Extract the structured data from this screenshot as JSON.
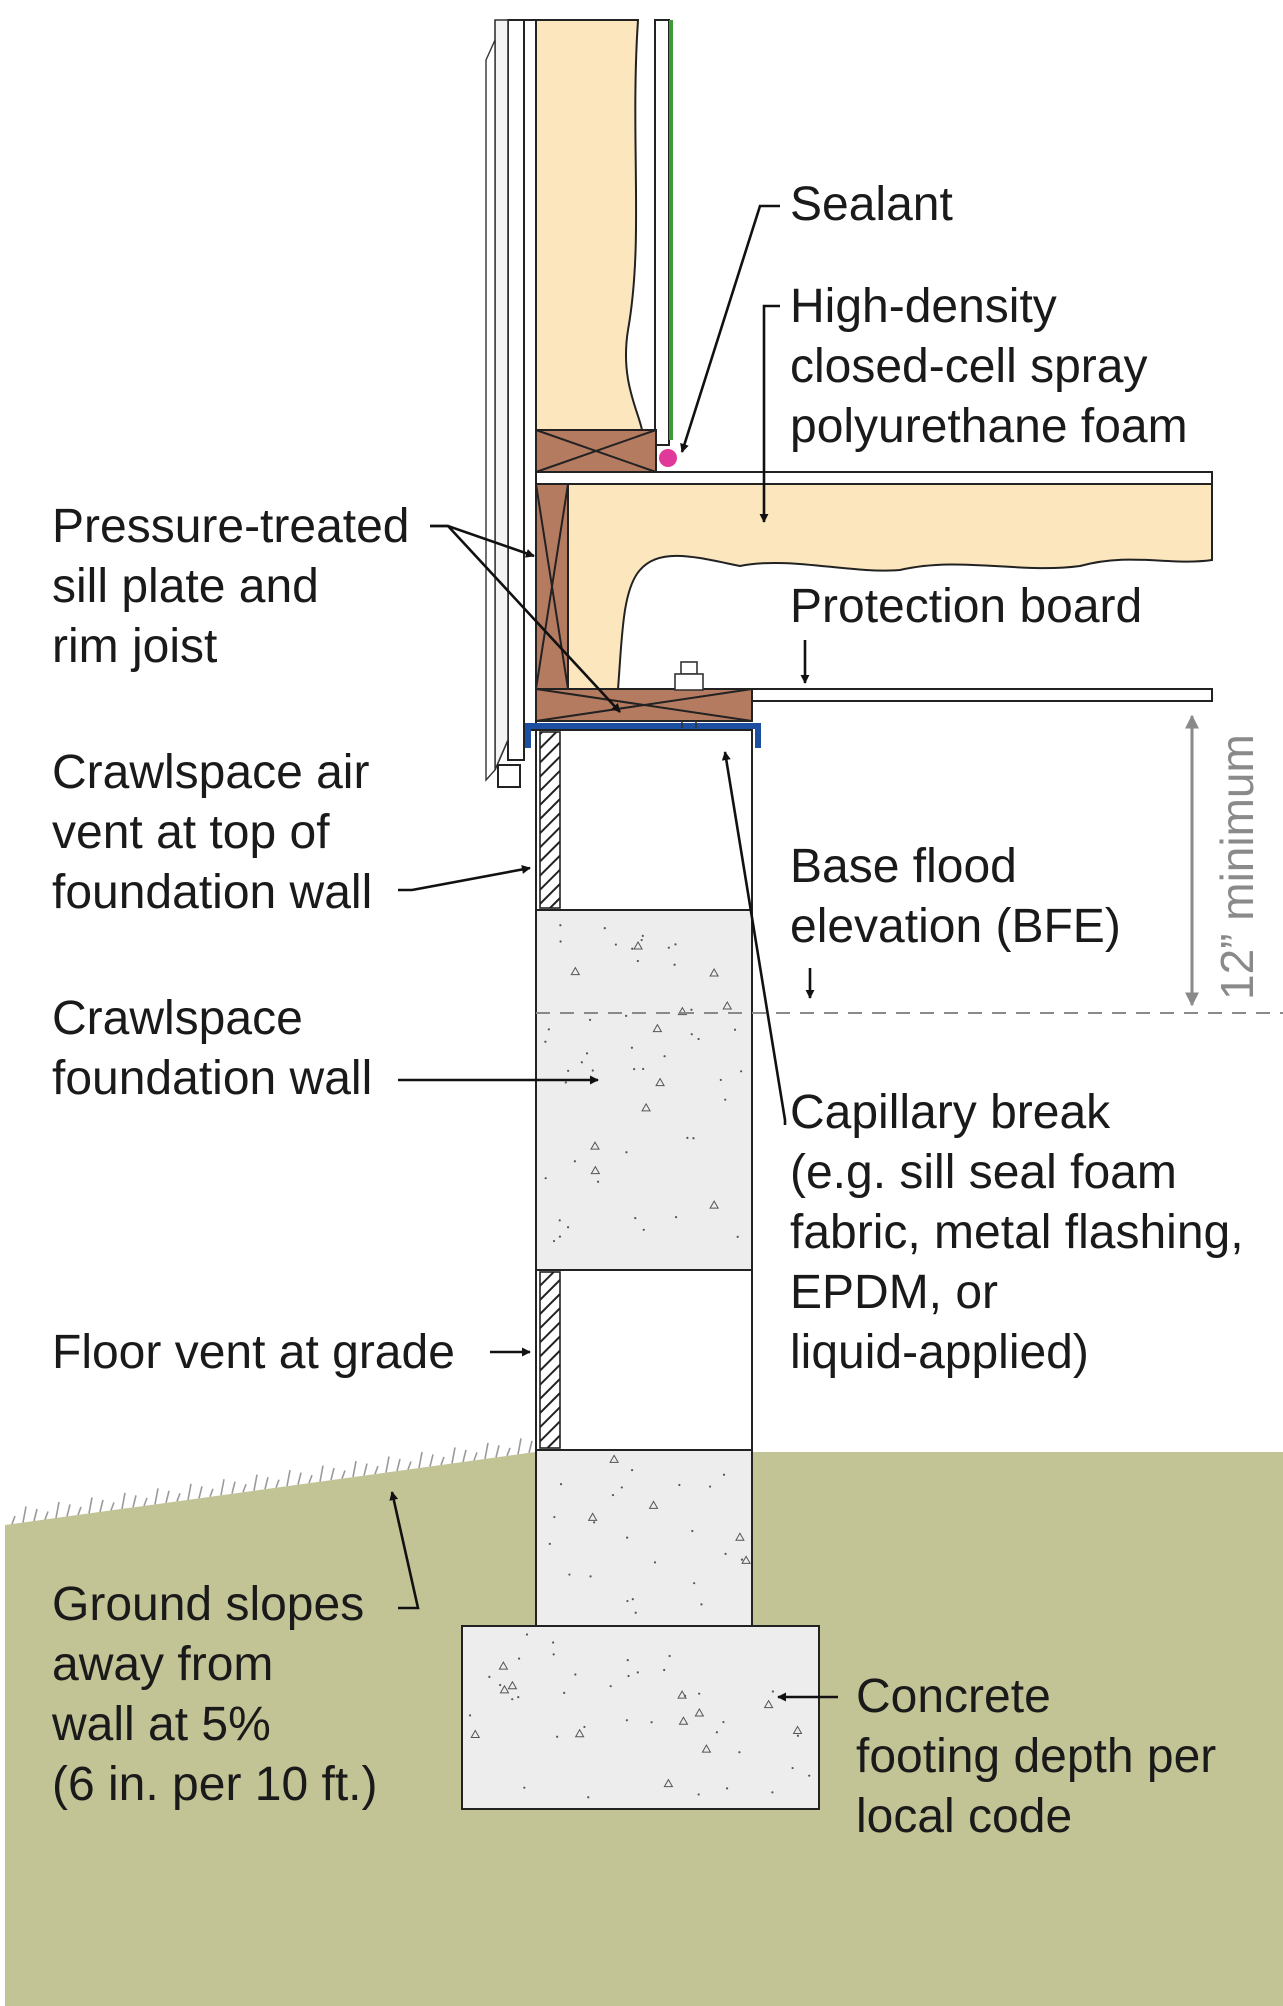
{
  "labels": {
    "sealant": "Sealant",
    "spray_foam": [
      "High-density",
      "closed-cell spray",
      "polyurethane foam"
    ],
    "sill_plate": [
      "Pressure-treated",
      "sill plate and",
      "rim joist"
    ],
    "protection_board": "Protection board",
    "air_vent": [
      "Crawlspace air",
      "vent at top of",
      "foundation wall"
    ],
    "bfe": [
      "Base flood",
      "elevation (BFE)"
    ],
    "foundation_wall": [
      "Crawlspace",
      "foundation wall"
    ],
    "capillary_break": [
      "Capillary break",
      "(e.g. sill seal foam",
      "fabric, metal flashing,",
      "EPDM, or",
      "liquid-applied)"
    ],
    "floor_vent": "Floor vent at grade",
    "ground_slope": [
      "Ground slopes",
      "away from",
      "wall at 5%",
      "(6 in. per 10 ft.)"
    ],
    "footing": [
      "Concrete",
      "footing depth per",
      "local code"
    ],
    "clearance": "12” minimum"
  },
  "colors": {
    "ground": "#c3c496",
    "concrete": "#ededed",
    "lumber": "#b57b61",
    "foam": "#fbe6bd",
    "capillary_break": "#1d4fa0",
    "air_barrier": "#3a9a3a",
    "sealant": "#e0399a",
    "dimension": "#8a8a8a"
  }
}
